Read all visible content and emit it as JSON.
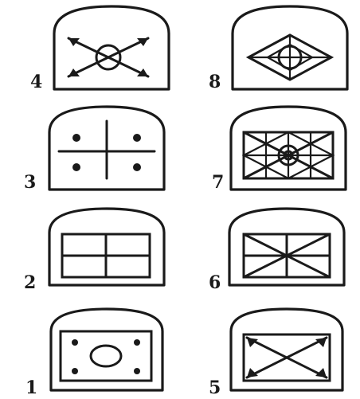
{
  "panels": [
    {
      "id": "4",
      "label": "4",
      "pattern": "crossed-arrows-with-circle"
    },
    {
      "id": "8",
      "label": "8",
      "pattern": "diamond-with-circle"
    },
    {
      "id": "3",
      "label": "3",
      "pattern": "cross-with-four-dots"
    },
    {
      "id": "7",
      "label": "7",
      "pattern": "dense-lattice"
    },
    {
      "id": "2",
      "label": "2",
      "pattern": "four-panes"
    },
    {
      "id": "6",
      "label": "6",
      "pattern": "starburst-frame"
    },
    {
      "id": "1",
      "label": "1",
      "pattern": "circle-with-corner-dots"
    },
    {
      "id": "5",
      "label": "5",
      "pattern": "crossed-arrows-frame"
    }
  ],
  "colors": {
    "ink": "#1a1a1a",
    "paper": "#ffffff"
  }
}
